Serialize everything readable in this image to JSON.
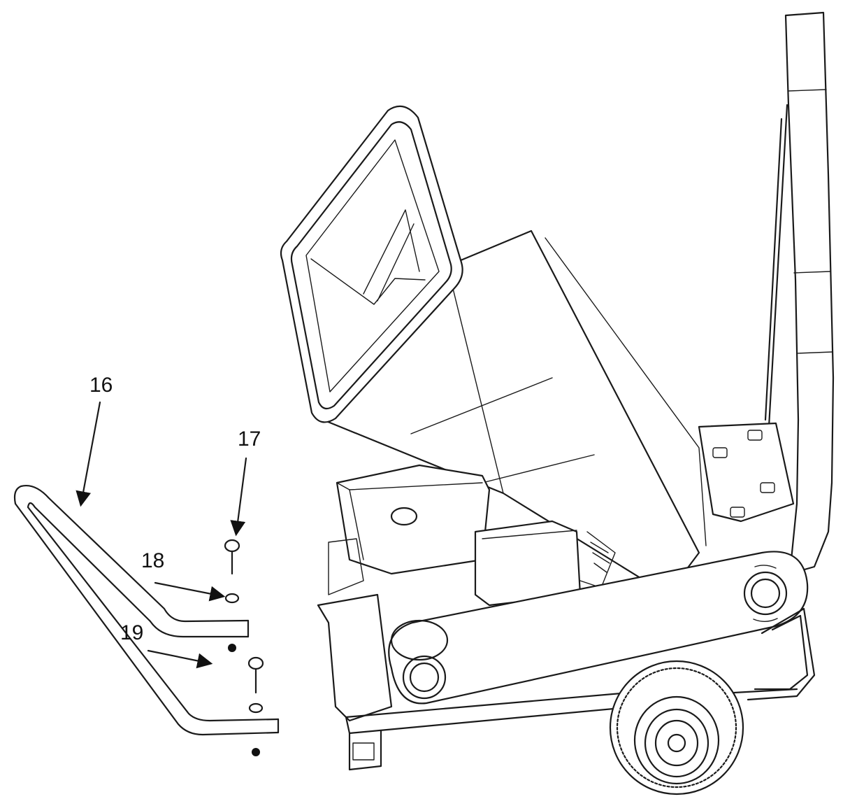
{
  "callouts": {
    "part_16": "16",
    "part_17": "17",
    "part_18": "18",
    "part_19": "19"
  },
  "colors": {
    "line": "#1a1a1a",
    "background": "#ffffff"
  }
}
